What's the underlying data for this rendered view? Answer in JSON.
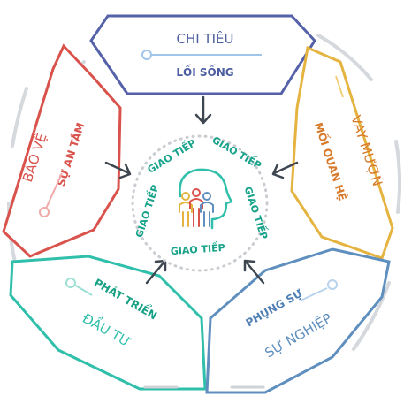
{
  "colors": {
    "blue_dark": "#5561a8",
    "blue_text": "#4d5ea0",
    "blue_light": "#9fc6ea",
    "gold": "#e5b33f",
    "red": "#d9524c",
    "teal": "#2fbfaa",
    "teal_dark": "#16a185",
    "steel": "#5f8fbf",
    "gray": "#cfd3d7",
    "arrow": "#3e4650"
  },
  "segments": {
    "top": {
      "title": "CHI TIÊU",
      "subtitle": "LỐI SỐNG"
    },
    "right": {
      "title": "VAY MƯỢN",
      "subtitle": "MỐI QUAN HỆ"
    },
    "left": {
      "title": "BẢO VỆ",
      "subtitle": "SỰ AN TÂM"
    },
    "bottom_left": {
      "title": "ĐẦU TƯ",
      "subtitle": "PHÁT TRIỂN"
    },
    "bottom_right": {
      "title": "SỰ NGHIỆP",
      "subtitle": "PHỤNG SỰ"
    }
  },
  "center": {
    "ring_labels": [
      "GIAO TIẾP",
      "GIAO TIẾP",
      "GIAO TIẾP",
      "GIAO TIẾP",
      "GIAO TIẾP"
    ],
    "icon": "head-with-people-icon"
  }
}
